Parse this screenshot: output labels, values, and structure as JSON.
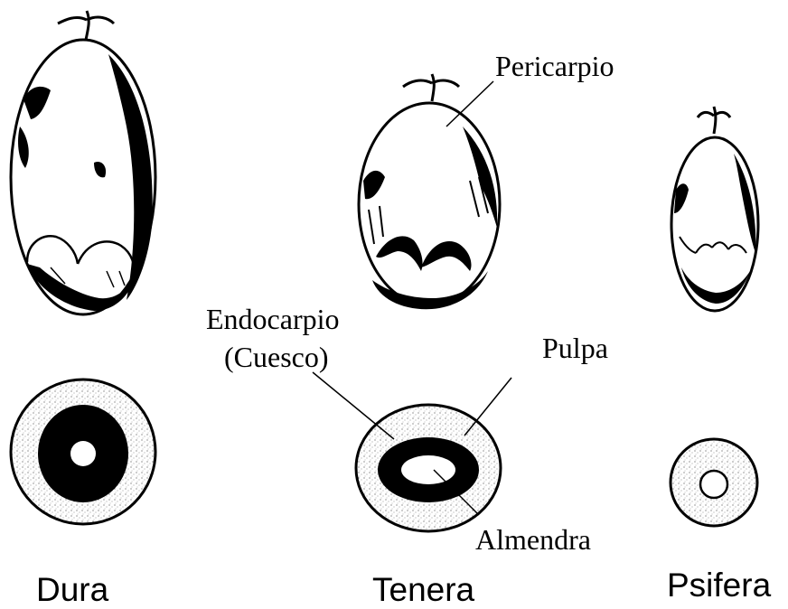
{
  "labels": {
    "pericarpio": "Pericarpio",
    "endocarpio_line1": "Endocarpio",
    "endocarpio_line2": "(Cuesco)",
    "pulpa": "Pulpa",
    "almendra": "Almendra"
  },
  "varieties": [
    {
      "name": "Dura"
    },
    {
      "name": "Tenera"
    },
    {
      "name": "Psifera"
    }
  ],
  "colors": {
    "ink": "#000000",
    "background": "#ffffff",
    "pulp_fill": "#ededed"
  }
}
